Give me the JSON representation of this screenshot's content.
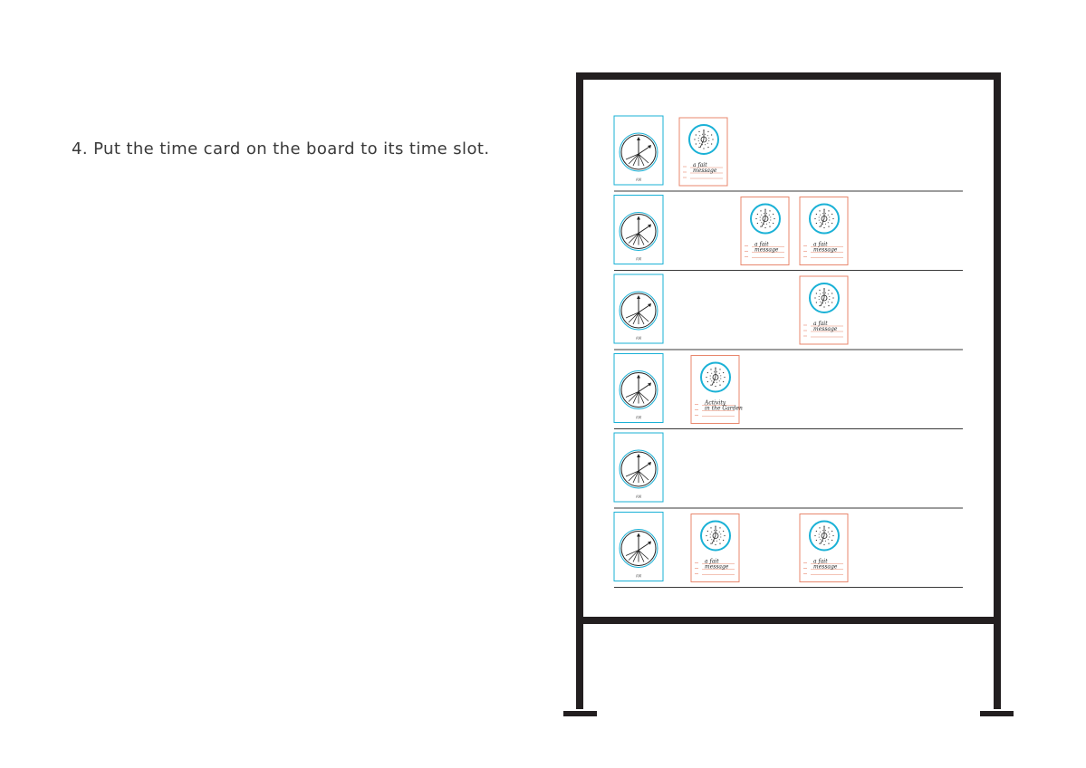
{
  "instruction": "4. Put the time card on the board to its time slot.",
  "colors": {
    "frame": "#231f20",
    "slot_card": "#1ab1d6",
    "time_card": "#e8876d",
    "time_card_lines": "#e8876d",
    "handwriting": "#222222",
    "divider": "#3a3a3a"
  },
  "board": {
    "rows": [
      {
        "slot_label": "AM",
        "time_cards": [
          {
            "position": "first",
            "note_lines": [
              "a fait",
              "message"
            ]
          }
        ]
      },
      {
        "slot_label": "AM",
        "time_cards": [
          {
            "position": "third",
            "note_lines": [
              "a fait",
              "message"
            ]
          },
          {
            "position": "fourth",
            "note_lines": [
              "a fait",
              "message"
            ]
          }
        ]
      },
      {
        "slot_label": "AM",
        "time_cards": [
          {
            "position": "fourth",
            "note_lines": [
              "a fait",
              "message"
            ]
          }
        ]
      },
      {
        "slot_label": "AM",
        "time_cards": [
          {
            "position": "second",
            "note_lines": [
              "Activity",
              "in the Garden"
            ]
          }
        ]
      },
      {
        "slot_label": "AM",
        "time_cards": []
      },
      {
        "slot_label": "AM",
        "time_cards": [
          {
            "position": "second",
            "note_lines": [
              "a fait",
              "message"
            ]
          },
          {
            "position": "fourth",
            "note_lines": [
              "a fait",
              "message"
            ]
          }
        ]
      }
    ]
  }
}
